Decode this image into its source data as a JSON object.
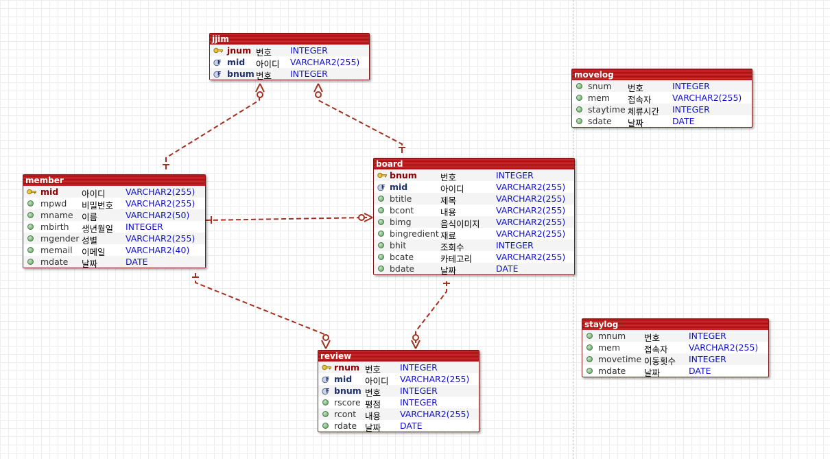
{
  "colors": {
    "header": "#b11f1f",
    "type": "#1010cc",
    "pk": "#8b0000",
    "fk": "#20306a",
    "line": "#a03020"
  },
  "entities": {
    "jjim": {
      "name": "jjim",
      "fields": [
        {
          "name": "jnum",
          "label": "번호",
          "type": "INTEGER",
          "key": "pk"
        },
        {
          "name": "mid",
          "label": "아이디",
          "type": "VARCHAR2(255)",
          "key": "fk"
        },
        {
          "name": "bnum",
          "label": "번호",
          "type": "INTEGER",
          "key": "fk"
        }
      ]
    },
    "member": {
      "name": "member",
      "fields": [
        {
          "name": "mid",
          "label": "아이디",
          "type": "VARCHAR2(255)",
          "key": "pk"
        },
        {
          "name": "mpwd",
          "label": "비밀번호",
          "type": "VARCHAR2(255)",
          "key": "none"
        },
        {
          "name": "mname",
          "label": "이름",
          "type": "VARCHAR2(50)",
          "key": "none"
        },
        {
          "name": "mbirth",
          "label": "생년월일",
          "type": "INTEGER",
          "key": "none"
        },
        {
          "name": "mgender",
          "label": "성별",
          "type": "VARCHAR2(255)",
          "key": "none"
        },
        {
          "name": "memail",
          "label": "이메일",
          "type": "VARCHAR2(40)",
          "key": "none"
        },
        {
          "name": "mdate",
          "label": "날짜",
          "type": "DATE",
          "key": "none"
        }
      ]
    },
    "board": {
      "name": "board",
      "fields": [
        {
          "name": "bnum",
          "label": "번호",
          "type": "INTEGER",
          "key": "pk"
        },
        {
          "name": "mid",
          "label": "아이디",
          "type": "VARCHAR2(255)",
          "key": "fk"
        },
        {
          "name": "btitle",
          "label": "제목",
          "type": "VARCHAR2(255)",
          "key": "none"
        },
        {
          "name": "bcont",
          "label": "내용",
          "type": "VARCHAR2(255)",
          "key": "none"
        },
        {
          "name": "bimg",
          "label": "음식이미지",
          "type": "VARCHAR2(255)",
          "key": "none"
        },
        {
          "name": "bingredient",
          "label": "재료",
          "type": "VARCHAR2(255)",
          "key": "none"
        },
        {
          "name": "bhit",
          "label": "조회수",
          "type": "INTEGER",
          "key": "none"
        },
        {
          "name": "bcate",
          "label": "카테고리",
          "type": "VARCHAR2(255)",
          "key": "none"
        },
        {
          "name": "bdate",
          "label": "날짜",
          "type": "DATE",
          "key": "none"
        }
      ]
    },
    "review": {
      "name": "review",
      "fields": [
        {
          "name": "rnum",
          "label": "번호",
          "type": "INTEGER",
          "key": "pk"
        },
        {
          "name": "mid",
          "label": "아이디",
          "type": "VARCHAR2(255)",
          "key": "fk"
        },
        {
          "name": "bnum",
          "label": "번호",
          "type": "INTEGER",
          "key": "fk"
        },
        {
          "name": "rscore",
          "label": "평점",
          "type": "INTEGER",
          "key": "none"
        },
        {
          "name": "rcont",
          "label": "내용",
          "type": "VARCHAR2(255)",
          "key": "none"
        },
        {
          "name": "rdate",
          "label": "날짜",
          "type": "DATE",
          "key": "none"
        }
      ]
    },
    "movelog": {
      "name": "movelog",
      "fields": [
        {
          "name": "snum",
          "label": "번호",
          "type": "INTEGER",
          "key": "none"
        },
        {
          "name": "mem",
          "label": "접속자",
          "type": "VARCHAR2(255)",
          "key": "none"
        },
        {
          "name": "staytime",
          "label": "체류시간",
          "type": "INTEGER",
          "key": "none"
        },
        {
          "name": "sdate",
          "label": "날짜",
          "type": "DATE",
          "key": "none"
        }
      ]
    },
    "staylog": {
      "name": "staylog",
      "fields": [
        {
          "name": "mnum",
          "label": "번호",
          "type": "INTEGER",
          "key": "none"
        },
        {
          "name": "mem",
          "label": "접속자",
          "type": "VARCHAR2(255)",
          "key": "none"
        },
        {
          "name": "movetime",
          "label": "이동횟수",
          "type": "INTEGER",
          "key": "none"
        },
        {
          "name": "mdate",
          "label": "날짜",
          "type": "DATE",
          "key": "none"
        }
      ]
    }
  },
  "relationships": [
    {
      "from": "member",
      "to": "jjim",
      "type": "one-to-zero-or-many"
    },
    {
      "from": "board",
      "to": "jjim",
      "type": "one-to-zero-or-many"
    },
    {
      "from": "member",
      "to": "board",
      "type": "one-to-zero-or-many"
    },
    {
      "from": "member",
      "to": "review",
      "type": "one-to-zero-or-many"
    },
    {
      "from": "board",
      "to": "review",
      "type": "one-to-zero-or-many"
    }
  ]
}
